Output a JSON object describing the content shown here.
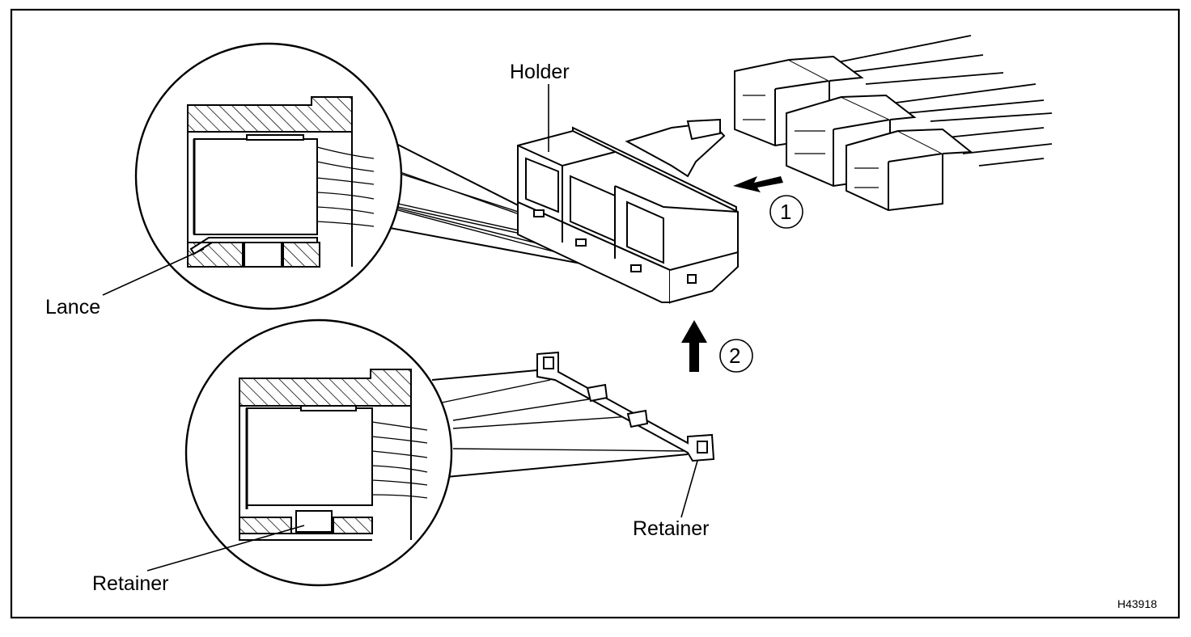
{
  "labels": {
    "holder": "Holder",
    "lance": "Lance",
    "retainer_inset": "Retainer",
    "retainer_part": "Retainer"
  },
  "steps": {
    "step1": "1",
    "step2": "2"
  },
  "figure_code": "H43918"
}
